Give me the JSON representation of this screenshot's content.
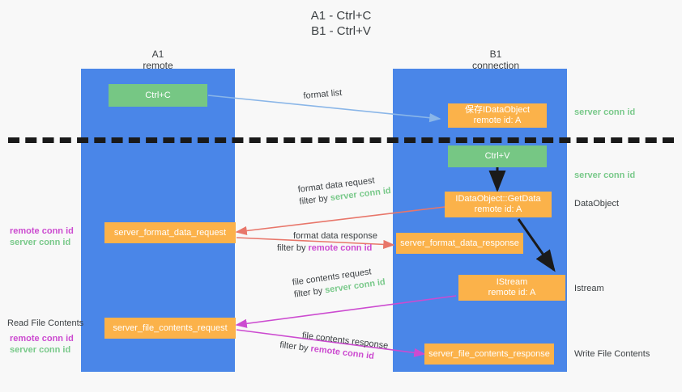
{
  "title": {
    "line1": "A1 - Ctrl+C",
    "line2": "B1 - Ctrl+V"
  },
  "columns": [
    {
      "name": "A1",
      "role": "remote"
    },
    {
      "name": "B1",
      "role": "connection"
    }
  ],
  "nodes": {
    "ctrl_c": {
      "label": "Ctrl+C"
    },
    "ctrl_v": {
      "label": "Ctrl+V"
    },
    "store_idataobject": {
      "line1": "保存IDataObject",
      "line2": "remote id: A"
    },
    "getdata": {
      "line1": "IDataObject::GetData",
      "line2": "remote id: A"
    },
    "istream": {
      "line1": "IStream",
      "line2": "remote id: A"
    },
    "server_format_data_request": {
      "label": "server_format_data_request"
    },
    "server_format_data_response": {
      "label": "server_format_data_response"
    },
    "server_file_contents_request": {
      "label": "server_file_contents_request"
    },
    "server_file_contents_response": {
      "label": "server_file_contents_response"
    }
  },
  "edges": {
    "format_list": {
      "label": "format list"
    },
    "format_data_request": {
      "label": "format data request",
      "filter_prefix": "filter by ",
      "filter_key": "server conn id"
    },
    "format_data_response": {
      "label": "format data response",
      "filter_prefix": "filter by ",
      "filter_key": "remote conn id"
    },
    "file_contents_request": {
      "label": "file contents request",
      "filter_prefix": "filter by ",
      "filter_key": "server conn id"
    },
    "file_contents_response": {
      "label": "file contents response",
      "filter_prefix": "filter by ",
      "filter_key": "remote conn id"
    }
  },
  "annotations": {
    "right_server_conn_1": "server conn id",
    "right_server_conn_2": "server conn id",
    "right_dataobject": "DataObject",
    "right_istream": "Istream",
    "right_write_file_contents": "Write File Contents",
    "left_read_file_contents": "Read File Contents",
    "left_remote_conn_1": "remote conn id",
    "left_server_conn_1": "server conn id",
    "left_remote_conn_2": "remote conn id",
    "left_server_conn_2": "server conn id"
  },
  "colors": {
    "lane": "#4a86e8",
    "orange": "#fbb24a",
    "green": "#76c784",
    "server_conn_id": "#79c98a",
    "remote_conn_id": "#cc4bd0",
    "arrow_blue": "#8ab6e8",
    "arrow_red": "#e8766a",
    "arrow_magenta": "#cc4bd0",
    "arrow_black": "#1a1a1a",
    "background": "#f8f8f8"
  }
}
